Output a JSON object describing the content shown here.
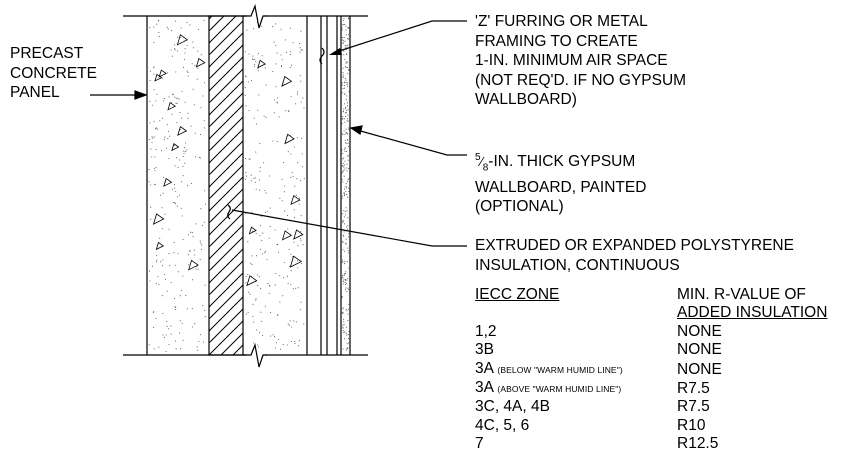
{
  "labels": {
    "panel": [
      "PRECAST",
      "CONCRETE",
      "PANEL"
    ],
    "furring": [
      "'Z' FURRING OR METAL",
      "FRAMING TO CREATE",
      "1-IN. MINIMUM AIR SPACE",
      "(NOT REQ'D. IF NO GYPSUM",
      "WALLBOARD)"
    ],
    "gypsum": {
      "fraction_num": "5",
      "fraction_den": "8",
      "line1_rest": "-IN. THICK GYPSUM",
      "line2": "WALLBOARD, PAINTED",
      "line3": "(OPTIONAL)"
    },
    "insulation": [
      "EXTRUDED OR EXPANDED POLYSTYRENE",
      "INSULATION, CONTINUOUS"
    ]
  },
  "table": {
    "header_zone": "IECC ZONE",
    "header_rvalue_1": "MIN. R-VALUE OF",
    "header_rvalue_2": "ADDED INSULATION",
    "rows": [
      {
        "zone": "1,2",
        "note": "",
        "value": "NONE"
      },
      {
        "zone": "3B",
        "note": "",
        "value": "NONE"
      },
      {
        "zone": "3A",
        "note": "(BELOW \"WARM HUMID LINE\")",
        "value": "NONE"
      },
      {
        "zone": "3A",
        "note": "(ABOVE \"WARM HUMID LINE\")",
        "value": "R7.5"
      },
      {
        "zone": "3C, 4A, 4B",
        "note": "",
        "value": "R7.5"
      },
      {
        "zone": "4C, 5, 6",
        "note": "",
        "value": "R10"
      },
      {
        "zone": "7",
        "note": "",
        "value": "R12.5"
      }
    ]
  }
}
